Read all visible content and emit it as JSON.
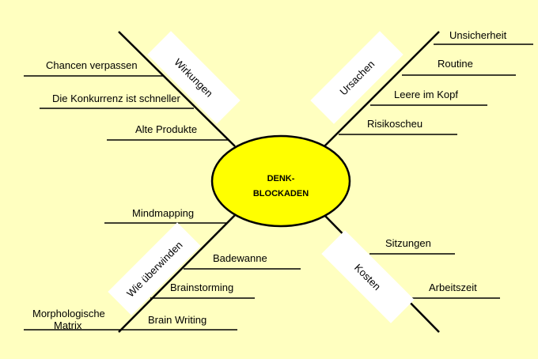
{
  "center": {
    "line1": "DENK-",
    "line2": "BLOCKADEN"
  },
  "branches": {
    "wirkungen": {
      "title": "Wirkungen",
      "items": [
        "Chancen verpassen",
        "Die Konkurrenz ist schneller",
        "Alte Produkte"
      ]
    },
    "ursachen": {
      "title": "Ursachen",
      "items": [
        "Unsicherheit",
        "Routine",
        "Leere im Kopf",
        "Risikoscheu"
      ]
    },
    "kosten": {
      "title": "Kosten",
      "items": [
        "Sitzungen",
        "Arbeitszeit"
      ]
    },
    "ueberwinden": {
      "title": "Wie überwinden",
      "items": [
        "Mindmapping",
        "Badewanne",
        "Brainstorming",
        "Brain Writing"
      ],
      "extra_line1": "Morphologische",
      "extra_line2": "Matrix"
    }
  },
  "colors": {
    "background": "#ffffc0",
    "center_fill": "#ffff00",
    "lines": "#000000",
    "label_box": "#ffffff"
  }
}
